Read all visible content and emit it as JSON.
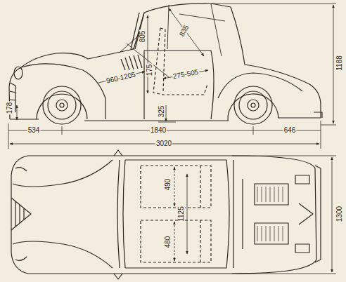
{
  "diagram": {
    "labels": [
      "805",
      "835",
      "175",
      "960-1205",
      "275-505",
      "178",
      "325",
      "1188",
      "534",
      "1840",
      "646",
      "3020",
      "490",
      "1125",
      "480",
      "1300"
    ]
  }
}
